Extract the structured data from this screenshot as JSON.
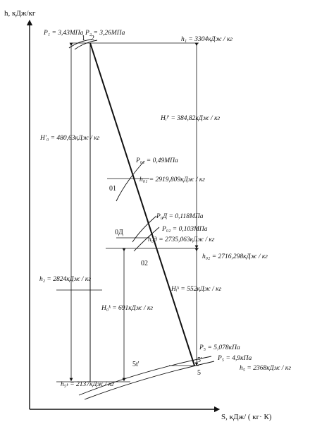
{
  "axes": {
    "y_label": "h, кДж/кг",
    "x_label": "S, кДж/ ( кг· К)"
  },
  "points": {
    "p1": "1",
    "p2": "2",
    "p01": "01",
    "p0d": "0Д",
    "p02": "02",
    "p5": "5",
    "p5prime": "5'",
    "p5t": "5t'"
  },
  "labels": {
    "P1": "P₁ = 3,43МПа",
    "P2": "P₂ = 3,26МПа",
    "h1": "h₁ = 3304кДж / кг",
    "H0": "H′₀ = 480,63кДж / кг",
    "Hi_p": "Hᵢᴾ = 384,82кДж / кг",
    "P01": "P₀₁ = 0,49МПа",
    "h01": "h₀₁ = 2919,809кДж / кг",
    "P0D": "P₀Д = 0,118МПа",
    "P02": "P₀₂ = 0,103МПа",
    "h0D": "h₀д = 2735,063кДж / кг",
    "h02": "h₀₂ = 2716,298кДж / кг",
    "h2": "h₂ = 2824кДж / кг",
    "Hi_k": "Hᵢᵏ = 552кДж / кг",
    "H0_k": "H₀ᵏ = 691кДж / кг",
    "P5": "P₅ = 5,078кПа",
    "P5b": "P₅ = 4,9кПа",
    "h5": "h₅ = 2368кДж / кг",
    "h5t": "h₅ₜ = 2137кДж / кг"
  }
}
